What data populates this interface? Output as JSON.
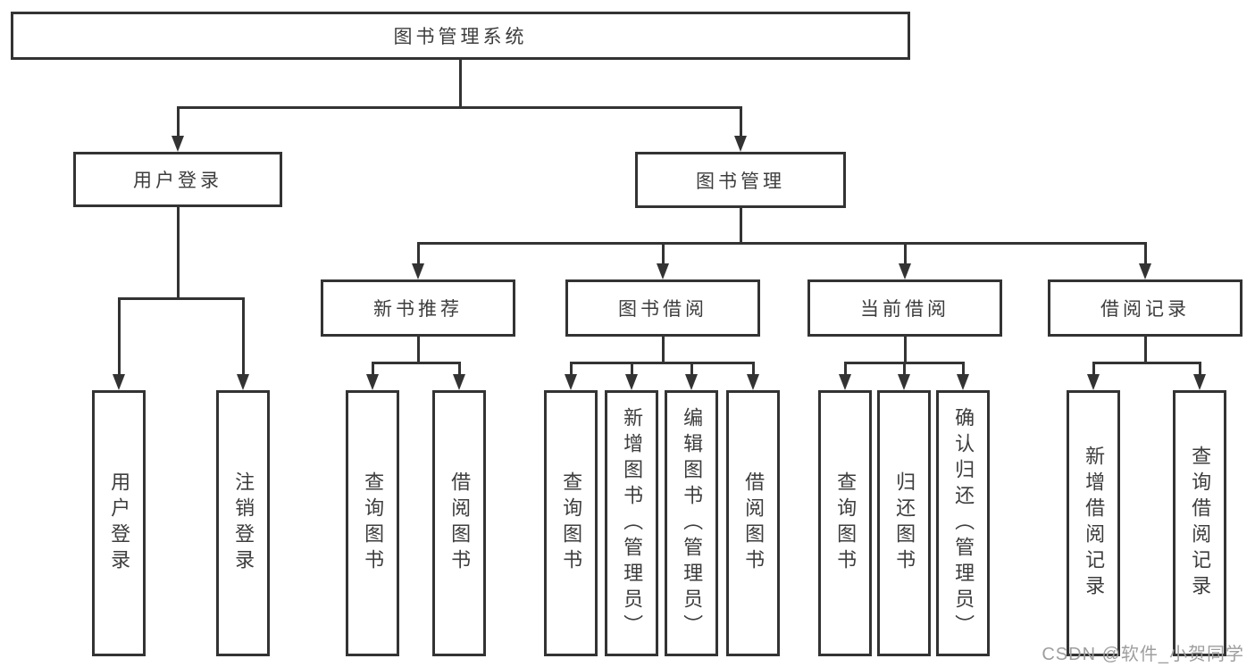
{
  "diagram": {
    "root": "图书管理系统",
    "branches": {
      "user_login": {
        "label": "用户登录",
        "children": [
          "用户登录",
          "注销登录"
        ]
      },
      "book_mgmt": {
        "label": "图书管理",
        "sections": [
          {
            "label": "新书推荐",
            "children": [
              "查询图书",
              "借阅图书"
            ]
          },
          {
            "label": "图书借阅",
            "children": [
              "查询图书",
              "新增图书（管理员）",
              "编辑图书（管理员）",
              "借阅图书"
            ]
          },
          {
            "label": "当前借阅",
            "children": [
              "查询图书",
              "归还图书",
              "确认归还（管理员）"
            ]
          },
          {
            "label": "借阅记录",
            "children": [
              "新增借阅记录",
              "查询借阅记录"
            ]
          }
        ]
      }
    }
  },
  "watermark": "CSDN @软件_小贺同学",
  "colors": {
    "line": "#333333",
    "text": "#3d3d3d",
    "watermark": "#9e9e9e",
    "background": "#ffffff"
  }
}
